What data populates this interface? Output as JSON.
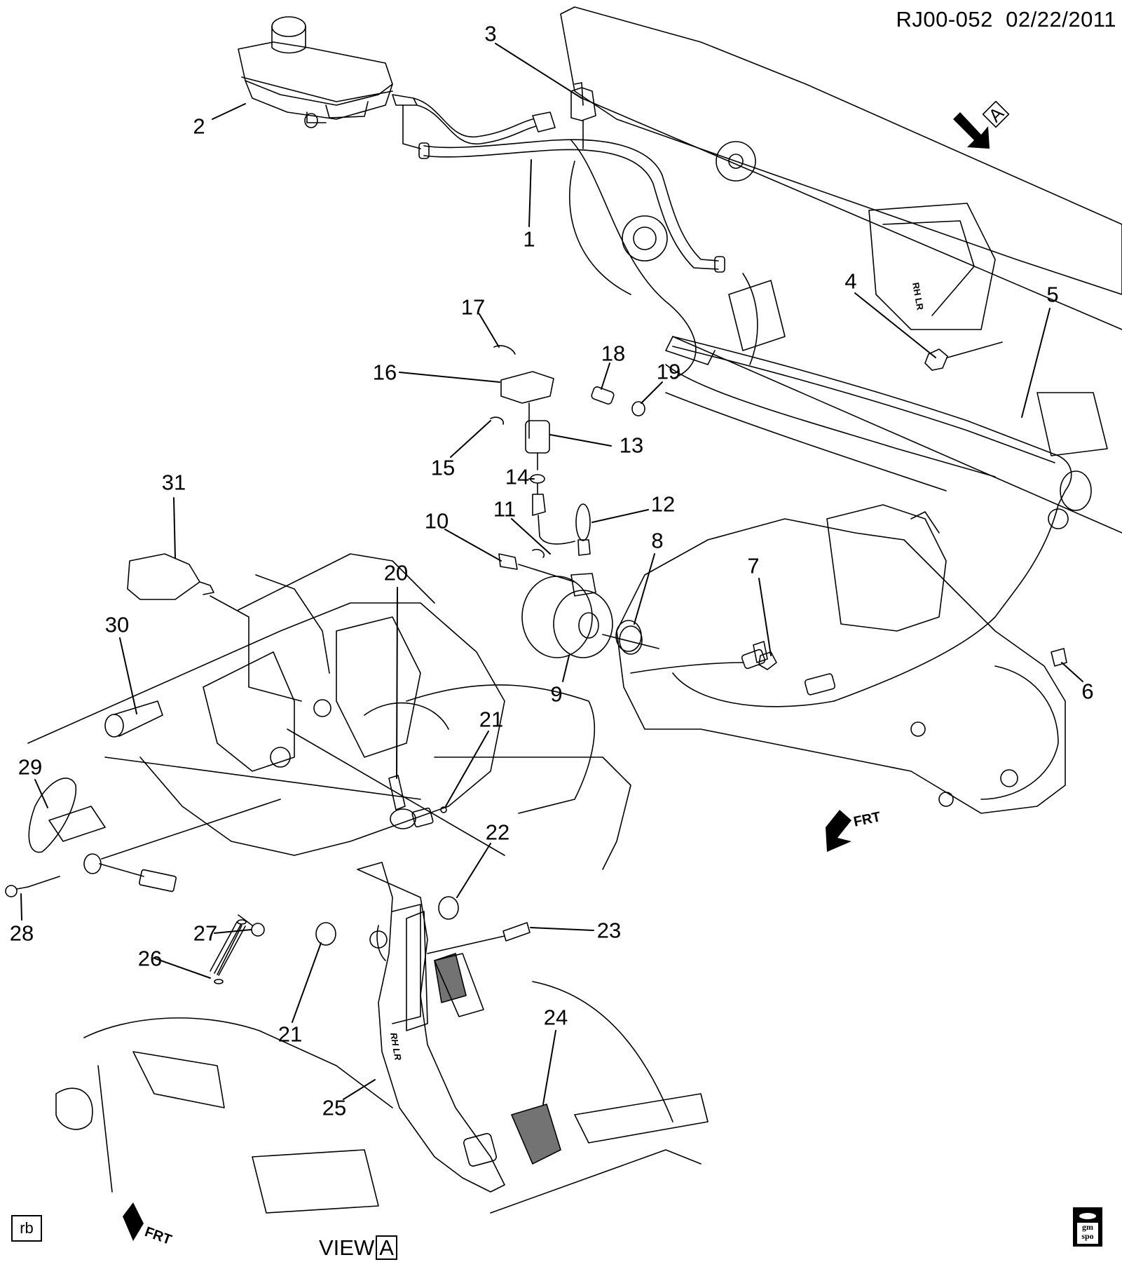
{
  "diagram": {
    "type": "exploded parts illustration",
    "subject": "clutch hydraulic system and clutch pedal assembly",
    "document_id": "RJ00-052",
    "date": "02/22/2011",
    "view_label": "VIEW",
    "view_letter": "A",
    "view_marker_letter": "A",
    "direction_marker_text": "FRT",
    "illustrator_code": "rb",
    "logo_text_line1": "gm",
    "logo_text_line2": "spo",
    "part_markings": [
      "RH LR",
      "RH LR"
    ]
  },
  "callouts": [
    {
      "id": "1",
      "label": "1"
    },
    {
      "id": "2",
      "label": "2"
    },
    {
      "id": "3",
      "label": "3"
    },
    {
      "id": "4",
      "label": "4"
    },
    {
      "id": "5",
      "label": "5"
    },
    {
      "id": "6",
      "label": "6"
    },
    {
      "id": "7",
      "label": "7"
    },
    {
      "id": "8",
      "label": "8"
    },
    {
      "id": "9",
      "label": "9"
    },
    {
      "id": "10",
      "label": "10"
    },
    {
      "id": "11",
      "label": "11"
    },
    {
      "id": "12",
      "label": "12"
    },
    {
      "id": "13",
      "label": "13"
    },
    {
      "id": "14",
      "label": "14"
    },
    {
      "id": "15",
      "label": "15"
    },
    {
      "id": "16",
      "label": "16"
    },
    {
      "id": "17",
      "label": "17"
    },
    {
      "id": "18",
      "label": "18"
    },
    {
      "id": "19",
      "label": "19"
    },
    {
      "id": "20",
      "label": "20"
    },
    {
      "id": "21a",
      "label": "21"
    },
    {
      "id": "21b",
      "label": "21"
    },
    {
      "id": "22",
      "label": "22"
    },
    {
      "id": "23",
      "label": "23"
    },
    {
      "id": "24",
      "label": "24"
    },
    {
      "id": "25",
      "label": "25"
    },
    {
      "id": "26",
      "label": "26"
    },
    {
      "id": "27",
      "label": "27"
    },
    {
      "id": "28",
      "label": "28"
    },
    {
      "id": "29",
      "label": "29"
    },
    {
      "id": "30",
      "label": "30"
    },
    {
      "id": "31",
      "label": "31"
    }
  ]
}
